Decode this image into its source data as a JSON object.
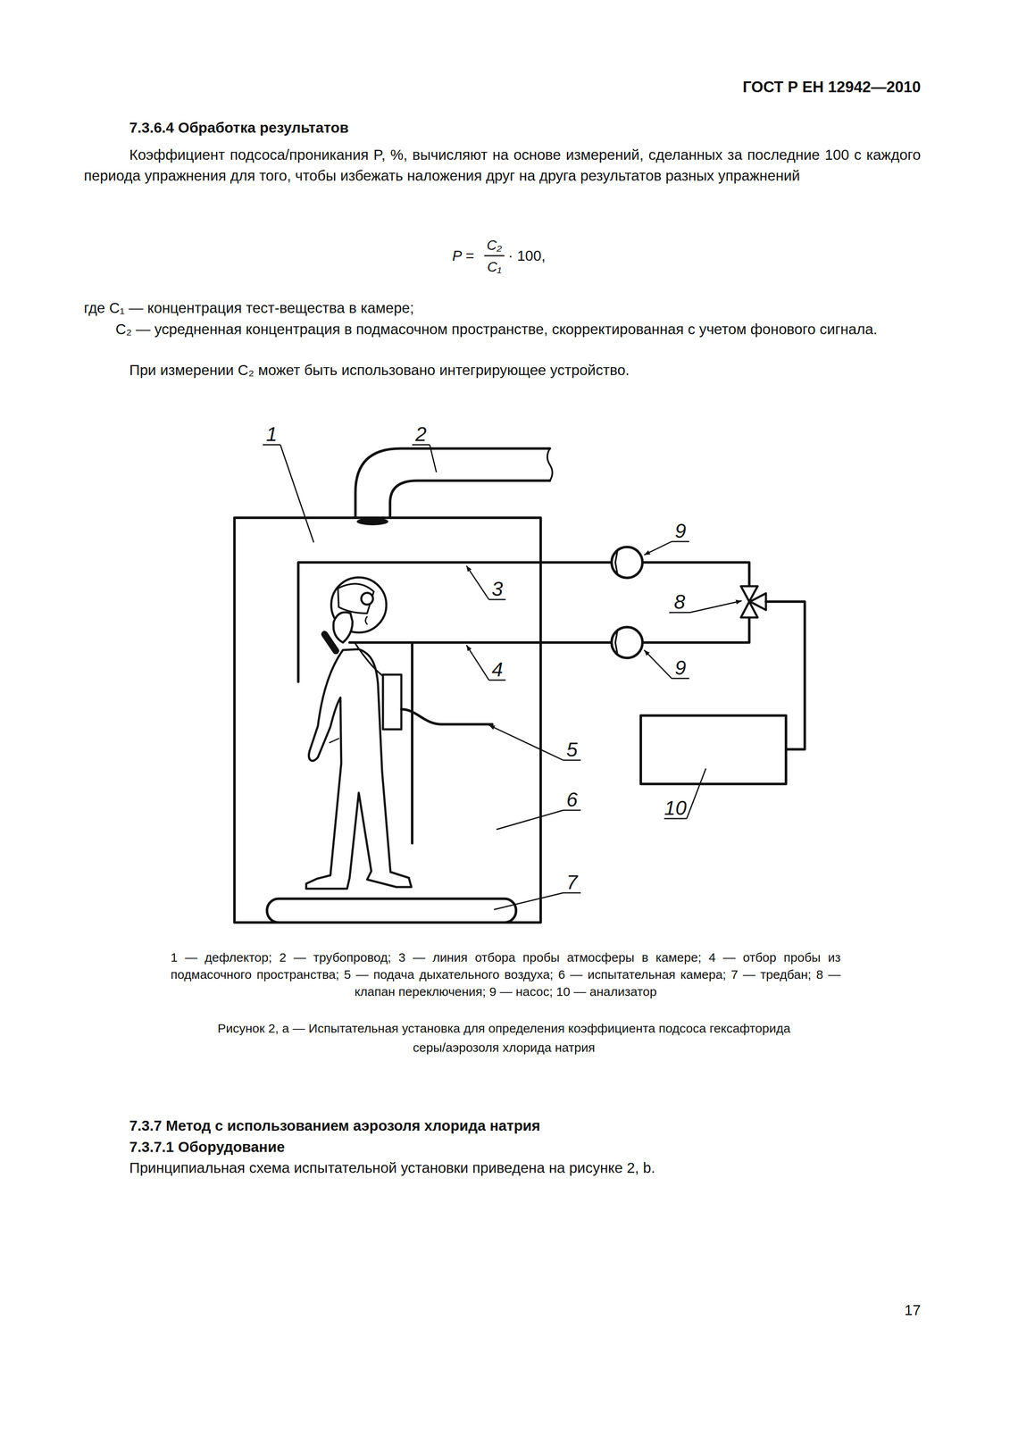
{
  "diagram": {
    "caption": "Рисунок 2, а — Испытательная установка для определения коэффициента подсоса гексафторида серы/аэрозоля хлорида натрия",
    "labels": [
      "ГОСТ Р ЕН 12942—2010",
      "7.3.6.4 Обработка результатов",
      "Коэффициент подсоса/проникания P, %, вычисляют на основе измерений, сделанных за последние 100 с каждого периода упражнения для того, чтобы избежать наложения друг на друга результатов разных упражнений",
      "P =",
      "C₂",
      "C₁",
      "· 100,",
      "где C₁ — концентрация тест-вещества в камере;",
      "C₂ — усредненная концентрация в подмасочном пространстве, скорректированная с учетом фонового сигнала.",
      "При измерении C₂ может быть использовано интегрирующее устройство.",
      "1",
      "2",
      "9",
      "3",
      "8",
      "4",
      "9",
      "5",
      "6",
      "10",
      "7",
      "1 — дефлектор; 2 — трубопровод; 3 — линия отбора пробы атмосферы в камере; 4 — отбор пробы из подмасочного пространства; 5 — подача дыхательного воздуха; 6 — испытательная камера; 7 — тредбан; 8 — клапан переключения; 9 — насос; 10 — анализатор",
      "7.3.7 Метод с использованием аэрозоля хлорида натрия",
      "7.3.7.1 Оборудование",
      "Принципиальная схема испытательной установки приведена на рисунке 2, b.",
      "17"
    ]
  }
}
